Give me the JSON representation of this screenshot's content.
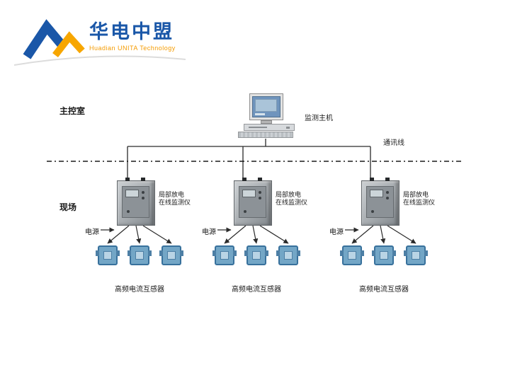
{
  "logo": {
    "brand": "华电中盟",
    "subtitle": "Huadian UNITA Technology",
    "colors": {
      "brand_blue": "#1a57a8",
      "brand_orange": "#f59b00"
    }
  },
  "diagram": {
    "control_room_label": "主控室",
    "field_label": "现场",
    "host_label": "监测主机",
    "comm_label": "通讯线",
    "power_label": "电源",
    "device_label_line1": "局部放电",
    "device_label_line2": "在线监测仪",
    "sensors_label": "高频电流互感器",
    "colors": {
      "sensor_blue": "#73a6c6",
      "line": "#2a2a2a"
    }
  }
}
